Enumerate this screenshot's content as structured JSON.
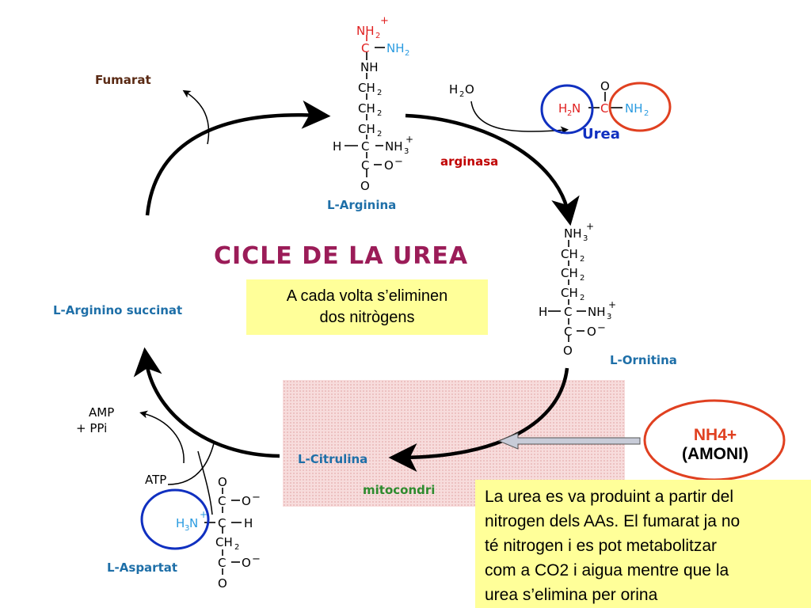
{
  "title": "CICLE DE LA UREA",
  "info_box": {
    "line1": "A cada volta s’eliminen",
    "line2": "dos nitrògens"
  },
  "compartment_label": "mitocondri",
  "metabolites": {
    "arginine": "L-Arginina",
    "ornithine": "L-Ornitina",
    "citrulline": "L-Citrulina",
    "argininosuccinate": "L-Arginino succinat",
    "aspartate": "L-Aspartat",
    "fumarate": "Fumarat",
    "urea": "Urea"
  },
  "enzyme": "arginasa",
  "cofactors": {
    "water": "H2O",
    "amp": "AMP",
    "ppi": "+ PPi",
    "atp": "ATP"
  },
  "ammonium": {
    "formula": "NH4+",
    "name": "(AMONI)"
  },
  "note": {
    "l1": "La urea es va produint a partir del",
    "l2": "nitrogen dels AAs. El fumarat ja no",
    "l3": "té nitrogen i es pot metabolitzar",
    "l4": "com a CO2 i aigua mentre que la",
    "l5": "urea s’elimina per orina"
  },
  "colors": {
    "title": "#9b1c58",
    "metabolite_label": "#1e6fa8",
    "enzyme": "#c00000",
    "amino_red": "#e02020",
    "amino_blue": "#2a9be0",
    "circle_blue": "#1030c0",
    "circle_red": "#e04020",
    "highlight_yellow": "#ffff99",
    "mitochondria_pink": "#f7dcdc"
  }
}
